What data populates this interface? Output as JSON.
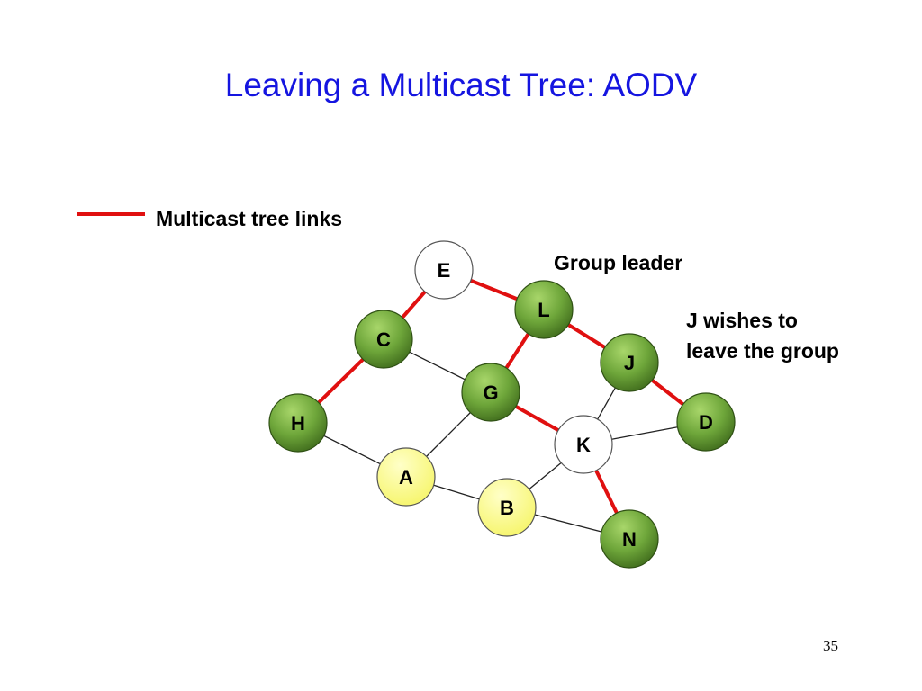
{
  "title": "Leaving a Multicast Tree: AODV",
  "legend": {
    "label": "Multicast tree links",
    "color": "#e01010"
  },
  "annotations": {
    "group_leader": "Group leader",
    "j_wishes_line1": "J wishes to",
    "j_wishes_line2": "leave the group"
  },
  "page_number": "35",
  "colors": {
    "member_green": "#5f9a2c",
    "non_member_white": "#ffffff",
    "source_yellow": "#fdfc8c",
    "tree_link": "#e01010",
    "plain_link": "#222222"
  },
  "nodes": [
    {
      "id": "E",
      "label": "E",
      "role": "non-member"
    },
    {
      "id": "L",
      "label": "L",
      "role": "member"
    },
    {
      "id": "C",
      "label": "C",
      "role": "member"
    },
    {
      "id": "J",
      "label": "J",
      "role": "member"
    },
    {
      "id": "G",
      "label": "G",
      "role": "member"
    },
    {
      "id": "H",
      "label": "H",
      "role": "member"
    },
    {
      "id": "D",
      "label": "D",
      "role": "member"
    },
    {
      "id": "K",
      "label": "K",
      "role": "non-member"
    },
    {
      "id": "A",
      "label": "A",
      "role": "source"
    },
    {
      "id": "B",
      "label": "B",
      "role": "source"
    },
    {
      "id": "N",
      "label": "N",
      "role": "member"
    }
  ],
  "edges": [
    {
      "from": "E",
      "to": "L",
      "tree": true
    },
    {
      "from": "E",
      "to": "C",
      "tree": true
    },
    {
      "from": "L",
      "to": "G",
      "tree": true
    },
    {
      "from": "L",
      "to": "J",
      "tree": true
    },
    {
      "from": "C",
      "to": "H",
      "tree": true
    },
    {
      "from": "G",
      "to": "K",
      "tree": true
    },
    {
      "from": "J",
      "to": "D",
      "tree": true
    },
    {
      "from": "K",
      "to": "N",
      "tree": true
    },
    {
      "from": "C",
      "to": "G",
      "tree": false
    },
    {
      "from": "H",
      "to": "A",
      "tree": false
    },
    {
      "from": "A",
      "to": "G",
      "tree": false
    },
    {
      "from": "A",
      "to": "B",
      "tree": false
    },
    {
      "from": "B",
      "to": "K",
      "tree": false
    },
    {
      "from": "B",
      "to": "N",
      "tree": false
    },
    {
      "from": "K",
      "to": "D",
      "tree": false
    },
    {
      "from": "K",
      "to": "J",
      "tree": false
    }
  ]
}
